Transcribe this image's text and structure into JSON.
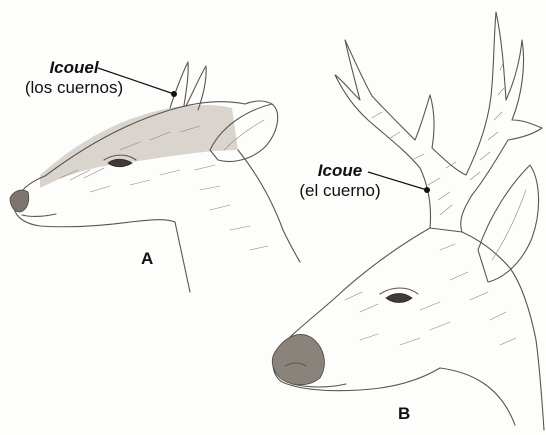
{
  "labels": {
    "a": {
      "term": "Icouel",
      "gloss": "(los cuernos)"
    },
    "b": {
      "term": "Icoue",
      "gloss": "(el cuerno)"
    }
  },
  "panels": {
    "a": "A",
    "b": "B"
  }
}
